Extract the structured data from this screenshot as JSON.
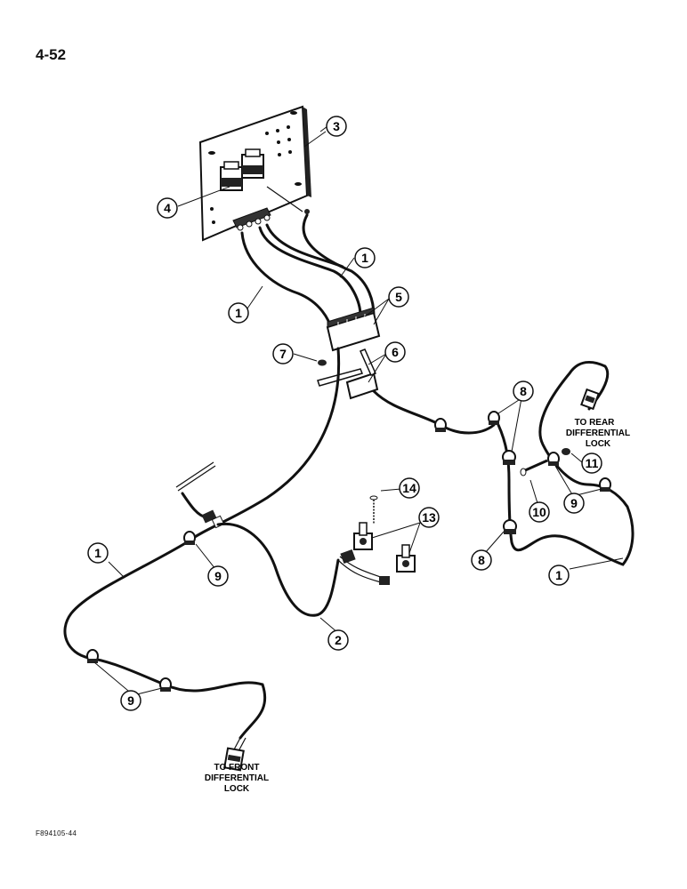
{
  "page_number": "4-52",
  "figure_id": "F894105-44",
  "callouts": [
    {
      "id": "c1a",
      "number": "1"
    },
    {
      "id": "c1b",
      "number": "1"
    },
    {
      "id": "c3",
      "number": "3"
    },
    {
      "id": "c4",
      "number": "4"
    },
    {
      "id": "c5",
      "number": "5"
    },
    {
      "id": "c6",
      "number": "6"
    },
    {
      "id": "c7",
      "number": "7"
    },
    {
      "id": "c8a",
      "number": "8"
    },
    {
      "id": "c8b",
      "number": "8"
    },
    {
      "id": "c14",
      "number": "14"
    },
    {
      "id": "c13",
      "number": "13"
    },
    {
      "id": "c11",
      "number": "11"
    },
    {
      "id": "c10",
      "number": "10"
    },
    {
      "id": "c9a",
      "number": "9"
    },
    {
      "id": "c9b",
      "number": "9"
    },
    {
      "id": "c9c",
      "number": "9"
    },
    {
      "id": "c1c",
      "number": "1"
    },
    {
      "id": "c1d",
      "number": "1"
    },
    {
      "id": "c2",
      "number": "2"
    }
  ],
  "labels": {
    "rear": [
      "TO REAR",
      "DIFFERENTIAL",
      "LOCK"
    ],
    "front": [
      "TO FRONT",
      "DIFFERENTIAL",
      "LOCK"
    ]
  }
}
